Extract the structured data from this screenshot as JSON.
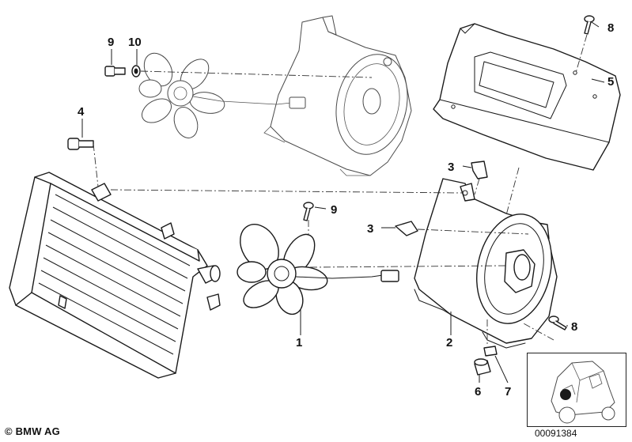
{
  "footer": {
    "copyright": "© BMW AG",
    "image_number": "00091384"
  },
  "callouts": [
    {
      "id": "c1",
      "label": "1"
    },
    {
      "id": "c2",
      "label": "2"
    },
    {
      "id": "c3a",
      "label": "3"
    },
    {
      "id": "c3b",
      "label": "3"
    },
    {
      "id": "c4",
      "label": "4"
    },
    {
      "id": "c5",
      "label": "5"
    },
    {
      "id": "c6",
      "label": "6"
    },
    {
      "id": "c7",
      "label": "7"
    },
    {
      "id": "c8a",
      "label": "8"
    },
    {
      "id": "c8b",
      "label": "8"
    },
    {
      "id": "c9a",
      "label": "9"
    },
    {
      "id": "c9b",
      "label": "9"
    },
    {
      "id": "c10",
      "label": "10"
    }
  ]
}
